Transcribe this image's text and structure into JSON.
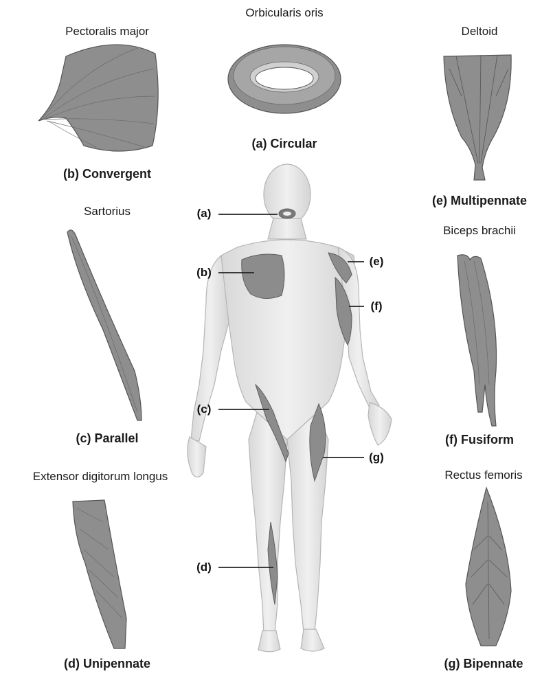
{
  "muscles": {
    "circular": {
      "name": "Orbicularis oris",
      "type_label": "(a) Circular"
    },
    "convergent": {
      "name": "Pectoralis major",
      "type_label": "(b) Convergent"
    },
    "parallel": {
      "name": "Sartorius",
      "type_label": "(c) Parallel"
    },
    "unipennate": {
      "name": "Extensor digitorum longus",
      "type_label": "(d) Unipennate"
    },
    "multipennate": {
      "name": "Deltoid",
      "type_label": "(e) Multipennate"
    },
    "fusiform": {
      "name": "Biceps brachii",
      "type_label": "(f) Fusiform"
    },
    "bipennate": {
      "name": "Rectus femoris",
      "type_label": "(g) Bipennate"
    }
  },
  "callouts": [
    "(a)",
    "(b)",
    "(c)",
    "(d)",
    "(e)",
    "(f)",
    "(g)"
  ],
  "colors": {
    "muscle": "#8c8c8c",
    "muscle_dark": "#5e5e5e",
    "body": "#e6e6e6",
    "body_edge": "#b5b5b5",
    "line": "#222222"
  }
}
